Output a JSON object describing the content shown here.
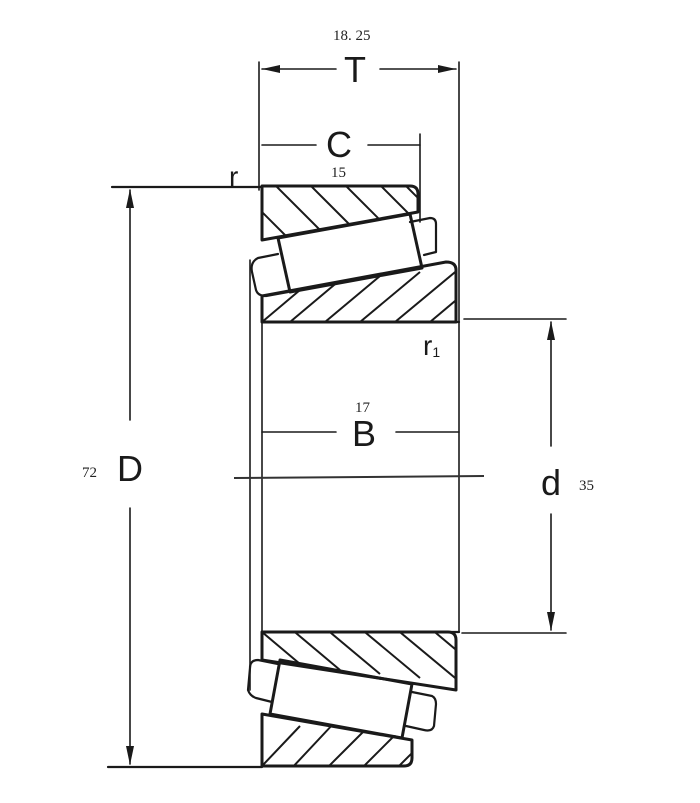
{
  "diagram": {
    "type": "tapered-roller-bearing-cross-section",
    "dimensions": {
      "T": {
        "symbol": "T",
        "value": "18. 25"
      },
      "C": {
        "symbol": "C",
        "value": "15"
      },
      "B": {
        "symbol": "B",
        "value": "17"
      },
      "D": {
        "symbol": "D",
        "value": "72"
      },
      "d": {
        "symbol": "d",
        "value": "35"
      },
      "r": {
        "symbol": "r"
      },
      "r1": {
        "symbol": "r",
        "subscript": "1"
      }
    },
    "colors": {
      "line": "#1a1a1a",
      "background": "#ffffff"
    }
  }
}
